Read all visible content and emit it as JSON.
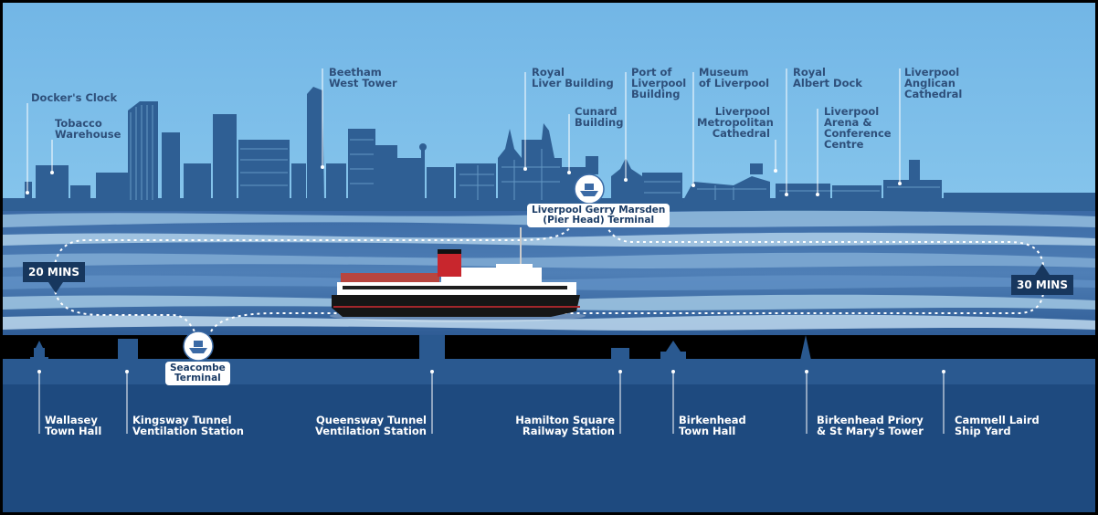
{
  "north_landmarks": [
    {
      "id": "dockers-clock",
      "label": "Docker's Clock"
    },
    {
      "id": "tobacco-warehouse",
      "label": "Tobacco\nWarehouse"
    },
    {
      "id": "beetham-west-tower",
      "label": "Beetham\nWest Tower"
    },
    {
      "id": "royal-liver-building",
      "label": "Royal\nLiver Building"
    },
    {
      "id": "cunard-building",
      "label": "Cunard\nBuilding"
    },
    {
      "id": "port-of-liverpool-building",
      "label": "Port of\nLiverpool\nBuilding"
    },
    {
      "id": "museum-of-liverpool",
      "label": "Museum\nof Liverpool"
    },
    {
      "id": "metropolitan-cathedral",
      "label": "Liverpool\nMetropolitan\nCathedral"
    },
    {
      "id": "royal-albert-dock",
      "label": "Royal\nAlbert Dock"
    },
    {
      "id": "liverpool-arena",
      "label": "Liverpool\nArena &\nConference\nCentre"
    },
    {
      "id": "anglican-cathedral",
      "label": "Liverpool\nAnglican\nCathedral"
    }
  ],
  "south_landmarks": [
    {
      "id": "wallasey-town-hall",
      "label": "Wallasey\nTown Hall"
    },
    {
      "id": "kingsway-tunnel",
      "label": "Kingsway Tunnel\nVentilation Station"
    },
    {
      "id": "queensway-tunnel",
      "label": "Queensway Tunnel\nVentilation Station"
    },
    {
      "id": "hamilton-square",
      "label": "Hamilton Square\nRailway Station"
    },
    {
      "id": "birkenhead-town-hall",
      "label": "Birkenhead\nTown Hall"
    },
    {
      "id": "birkenhead-priory",
      "label": "Birkenhead Priory\n& St Mary's Tower"
    },
    {
      "id": "cammell-laird",
      "label": "Cammell Laird\nShip Yard"
    }
  ],
  "terminals": {
    "pier_head": "Liverpool Gerry Marsden\n(Pier Head) Terminal",
    "seacombe": "Seacombe\nTerminal"
  },
  "durations": {
    "left": "20 MINS",
    "right": "30 MINS"
  },
  "colors": {
    "sky": "#79bde8",
    "skyline": "#2f5f94",
    "river_dark": "#3f6ea8",
    "river_light": "#9cc3e0",
    "south_bank": "#1e4a7f",
    "label_dark": "#2e4f7a",
    "box": "#17375e"
  }
}
